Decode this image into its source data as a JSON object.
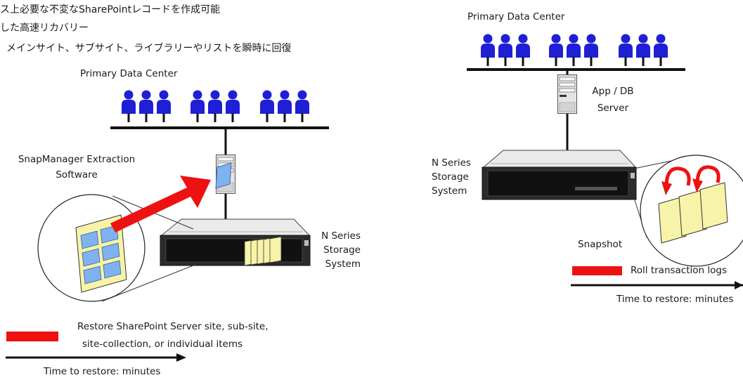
{
  "bullets": [
    "ス上必要な不変なSharePointレコードを作成可能",
    "した高速リカバリー",
    "メインサイト、サブサイト、ライブラリーやリストを瞬時に回復"
  ],
  "left": {
    "datacenter_label": "Primary Data Center",
    "extraction_label_1": "SnapManager Extraction",
    "extraction_label_2": "Software",
    "storage_label_1": "N Series",
    "storage_label_2": "Storage",
    "storage_label_3": "System",
    "legend_line_1": "Restore SharePoint Server site, sub-site,",
    "legend_line_2": "site-collection, or individual items",
    "time_label": "Time to restore:  minutes"
  },
  "right": {
    "datacenter_label": "Primary Data Center",
    "server_label_1": "App / DB",
    "server_label_2": "Server",
    "storage_label_1": "N Series",
    "storage_label_2": "Storage",
    "storage_label_3": "System",
    "snapshot_label": "Snapshot",
    "legend_label": "Roll transaction logs",
    "time_label": "Time to restore:  minutes"
  },
  "colors": {
    "people": "#1f1fd6",
    "arrow": "#ee1111",
    "paper": "#f7f3a8",
    "window": "#7fb2f0"
  }
}
